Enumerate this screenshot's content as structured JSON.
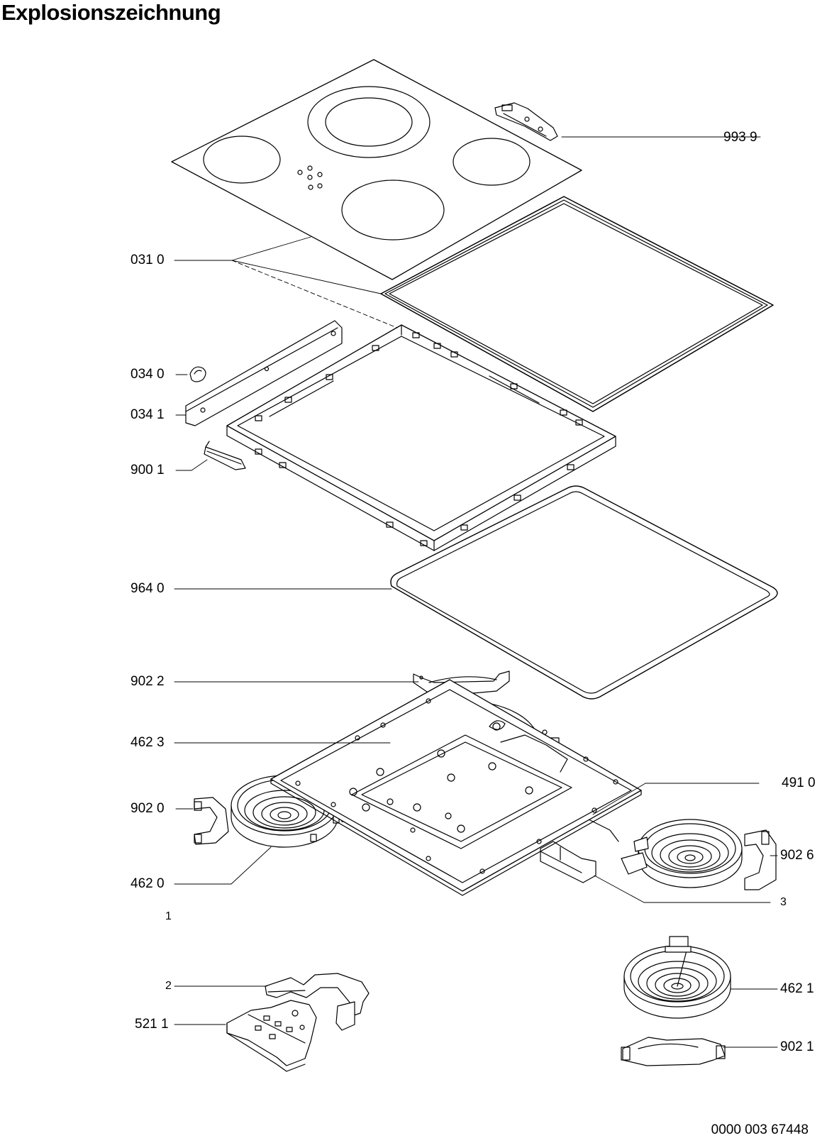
{
  "title": "Explosionszeichnung",
  "document_number": "0000 003 67448",
  "labels": {
    "p9939": "993 9",
    "p0310": "031 0",
    "p0340": "034 0",
    "p0341": "034 1",
    "p9001": "900 1",
    "p9640": "964 0",
    "p9022": "902 2",
    "p4623": "462 3",
    "p4910": "491 0",
    "p9020": "902 0",
    "p9026": "902 6",
    "p4620": "462 0",
    "p3": "3",
    "p1": "1",
    "p2": "2",
    "p4621": "462 1",
    "p5211": "521 1",
    "p9021": "902 1"
  }
}
